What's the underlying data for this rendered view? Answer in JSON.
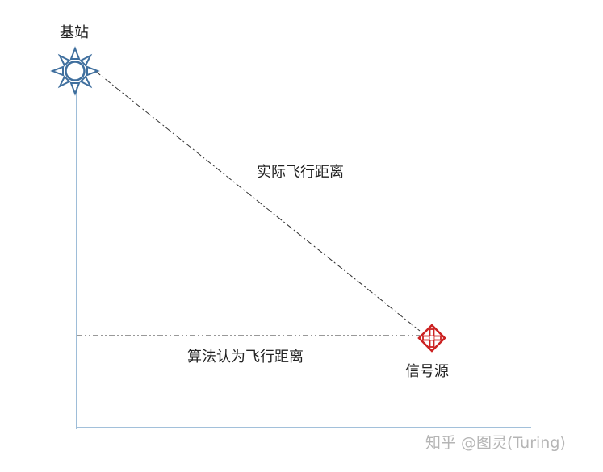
{
  "labels": {
    "base_station": "基站",
    "actual_distance": "实际飞行距离",
    "algorithm_distance": "算法认为飞行距离",
    "signal_source": "信号源"
  },
  "watermark": "知乎 @图灵(Turing)",
  "icons": {
    "base_station": "sun-star-icon",
    "signal_source": "diamond-cross-icon"
  },
  "colors": {
    "axis": "#6a9ac4",
    "base_station_icon": "#3f6f9e",
    "signal_source_icon": "#cc2222",
    "dashed_line": "#333333",
    "watermark": "#b5b5b5"
  }
}
